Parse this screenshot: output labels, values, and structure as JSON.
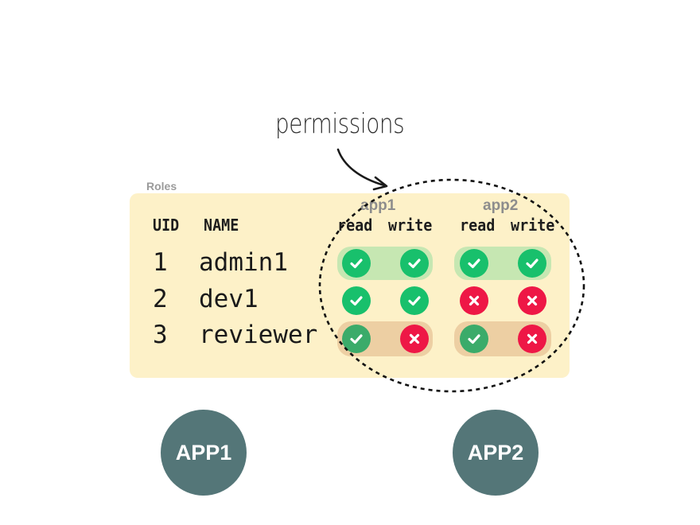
{
  "annotation": "permissions",
  "roles_label": "Roles",
  "columns": {
    "uid": "UID",
    "name": "NAME",
    "app1": "app1",
    "app2": "app2",
    "read": "read",
    "write": "write"
  },
  "rows": [
    {
      "uid": "1",
      "name": "admin1",
      "app1_read": "allowed",
      "app1_write": "allowed",
      "app2_read": "allowed",
      "app2_write": "allowed"
    },
    {
      "uid": "2",
      "name": "dev1",
      "app1_read": "allowed",
      "app1_write": "allowed",
      "app2_read": "denied",
      "app2_write": "denied"
    },
    {
      "uid": "3",
      "name": "reviewer",
      "app1_read": "allowed",
      "app1_write": "denied",
      "app2_read": "allowed",
      "app2_write": "denied"
    }
  ],
  "apps": {
    "app1": "APP1",
    "app2": "APP2"
  },
  "colors": {
    "card": "#fdf1c8",
    "allowed": "#18c06c",
    "denied": "#ee1746",
    "row_highlight_full": "#c6e7b2",
    "row_highlight_partial": "#edcfa3",
    "app_circle": "#547678"
  },
  "icons": {
    "allowed": "check-circle-icon",
    "denied": "x-circle-icon"
  }
}
